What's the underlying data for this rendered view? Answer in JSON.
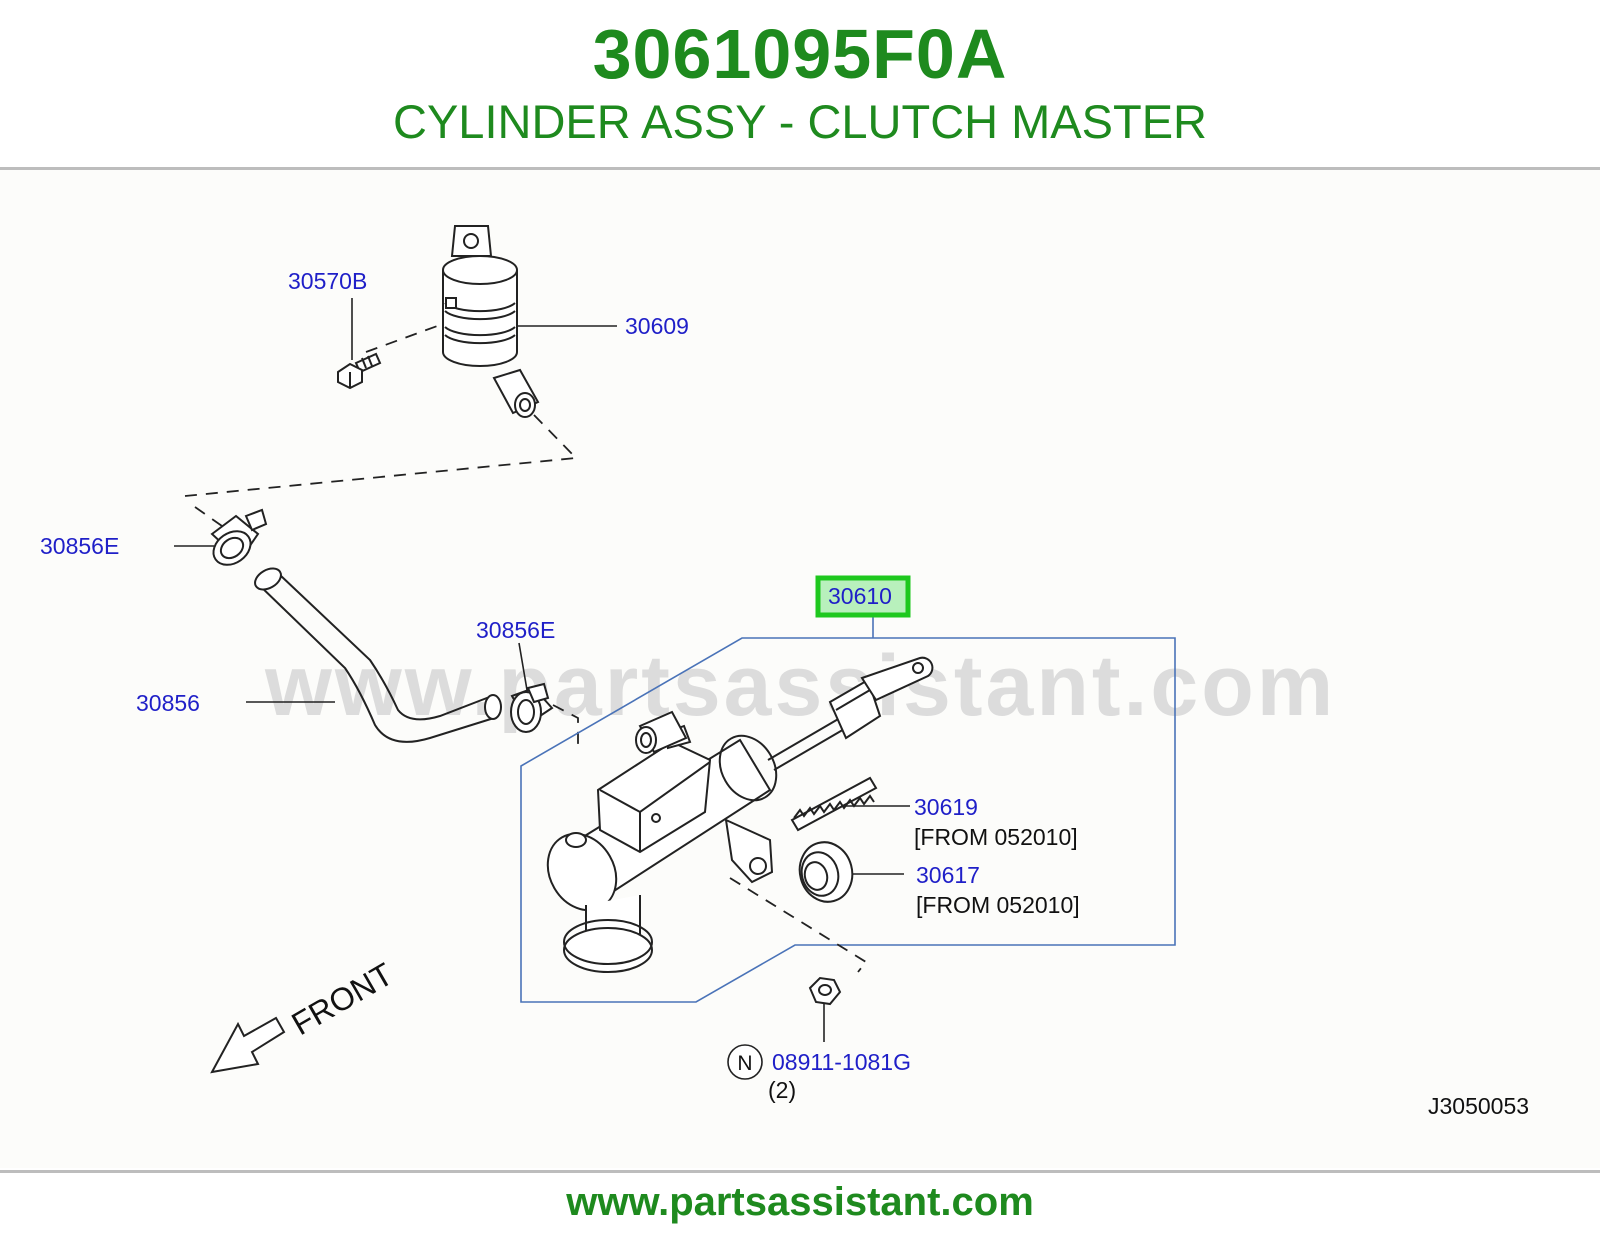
{
  "header": {
    "part_number": "3061095F0A",
    "part_title": "CYLINDER ASSY - CLUTCH MASTER"
  },
  "diagram": {
    "watermark": "www.partsassistant.com",
    "direction_label": "FRONT",
    "diagram_code": "J3050053",
    "highlight_color": "#1ec81e",
    "callouts": {
      "bolt": "30570B",
      "reservoir": "30609",
      "clamp_upper": "30856E",
      "clamp_lower": "30856E",
      "hose": "30856",
      "master_cylinder": "30610",
      "push_rod": "30619",
      "push_rod_note": "[FROM  052010]",
      "boot": "30617",
      "boot_note": "[FROM  052010]",
      "nut": "08911-1081G",
      "nut_badge": "N",
      "nut_qty": "(2)"
    }
  },
  "footer": {
    "url": "www.partsassistant.com"
  }
}
